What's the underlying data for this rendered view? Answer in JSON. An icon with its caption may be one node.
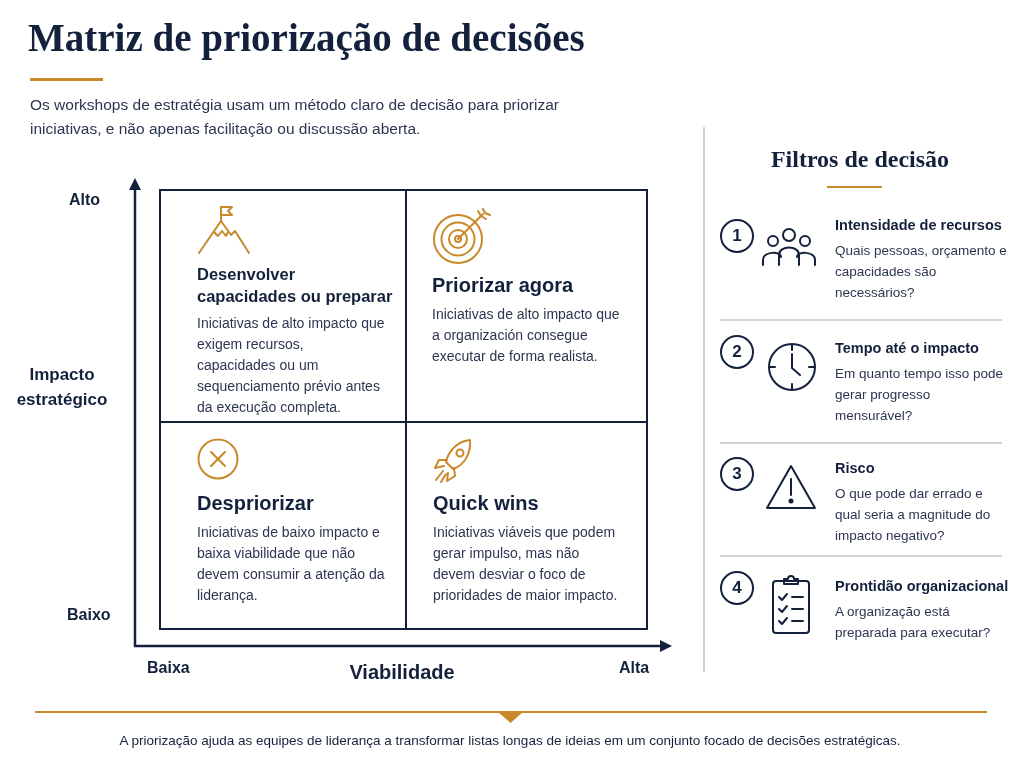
{
  "diagram": {
    "title": "Matriz de priorização de decisões",
    "caption": "A priorização ajuda as equipes de liderança a transformar listas longas de ideias em um conjunto focado de decisões estratégicas.",
    "nodes": [
      {
        "text": [
          "Desenvolver capacidades ou preparar",
          "Iniciativas de alto impacto que exigem recursos, capacidades ou um sequenciamento prévio antes da execução completa."
        ]
      },
      {
        "text": [
          "Priorizar agora",
          "Iniciativas de alto impacto que a organización consegue executar de forma realista."
        ]
      },
      {
        "text": [
          "Despriorizar",
          "Iniciativas de baixo impacto e baixa viabilidade que não devem consumir a atenção da liderança."
        ]
      },
      {
        "text": [
          "Quick wins",
          "Iniciativas viáveis que podem gerar impulso, mas não devem desviar o foco de prioridades de maior impacto."
        ]
      },
      {
        "text": [
          "1"
        ],
        "beside": [
          "Intensidade de recursos",
          "Quais pessoas, orçamento e capacidades são necessários?"
        ]
      },
      {
        "text": [
          "2"
        ],
        "beside": [
          "Tempo até o impacto",
          "Em quanto tempo isso pode gerar progresso mensurável?"
        ]
      },
      {
        "text": [
          "3"
        ],
        "beside": [
          "Risco",
          "O que pode dar errado e qual seria a magnitude do impacto negativo?"
        ]
      },
      {
        "text": [
          "4"
        ],
        "beside": [
          "Prontidão organizacional",
          "A organização está preparada para executar?"
        ]
      }
    ],
    "labels": [
      "Os workshops de estratégia usam um método claro de decisão para priorizar iniciativas, e não apenas facilitação ou discussão aberta.",
      "Filtros de decisão",
      "Alto",
      "Impacto estratégico",
      "Baixo",
      "Baixa",
      "Viabilidade",
      "Alta"
    ]
  }
}
